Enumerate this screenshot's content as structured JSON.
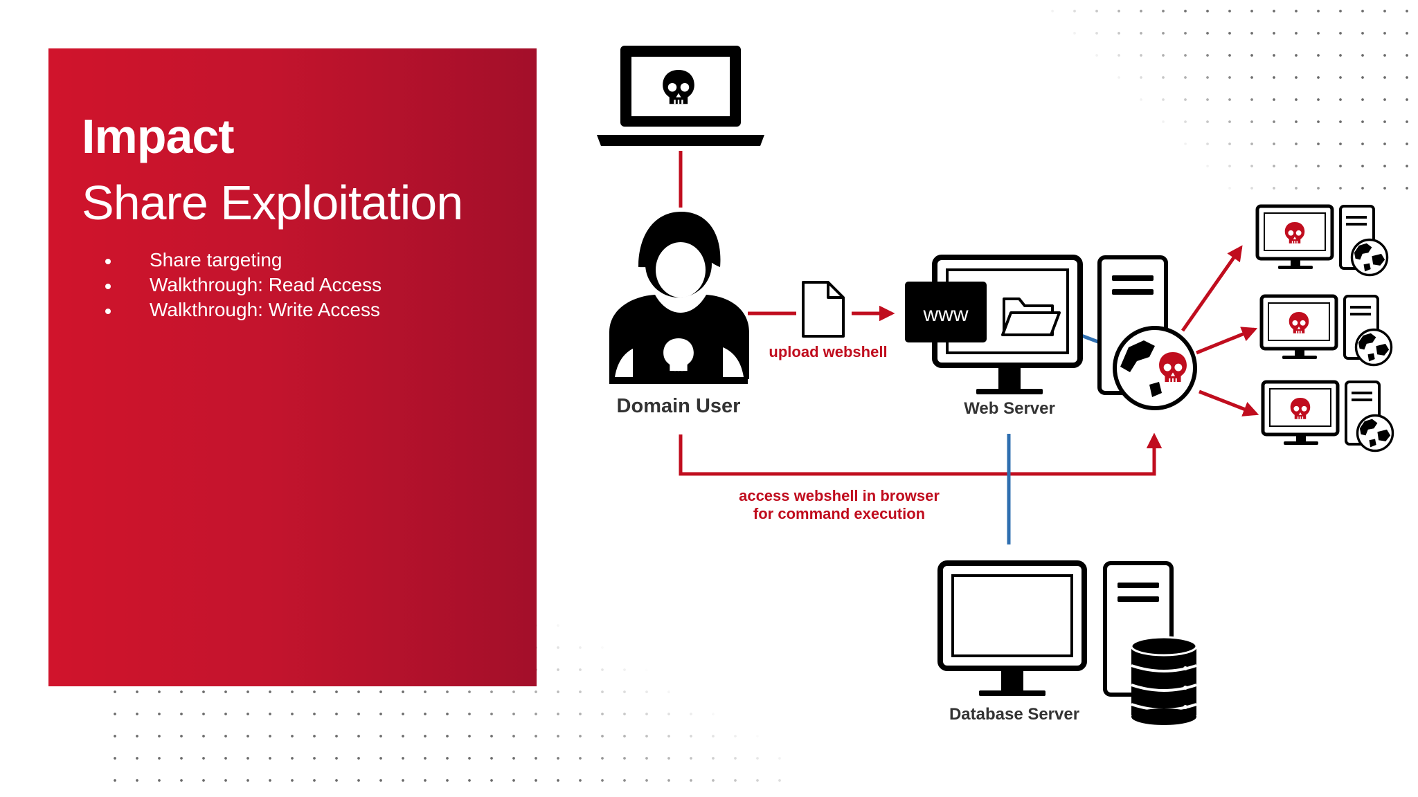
{
  "slide": {
    "title": "Impact",
    "subtitle": "Share Exploitation",
    "bullets": [
      "Share targeting",
      "Walkthrough: Read Access",
      "Walkthrough: Write Access"
    ]
  },
  "diagram": {
    "labels": {
      "domain_user": "Domain User",
      "web_server": "Web Server",
      "database_server": "Database Server",
      "www": "www",
      "upload": "upload webshell",
      "access_line1": "access webshell in browser",
      "access_line2": "for command execution"
    },
    "icons": [
      "laptop-skull-icon",
      "hacker-user-icon",
      "document-icon",
      "www-icon",
      "folder-icon",
      "web-server-monitor-icon",
      "server-tower-icon",
      "globe-skull-icon",
      "database-icon",
      "victim-computer-icon"
    ],
    "colors": {
      "attack": "#c00d1e",
      "network": "#2f6fb0",
      "icon": "#000000",
      "panel": "#c3142d"
    }
  }
}
